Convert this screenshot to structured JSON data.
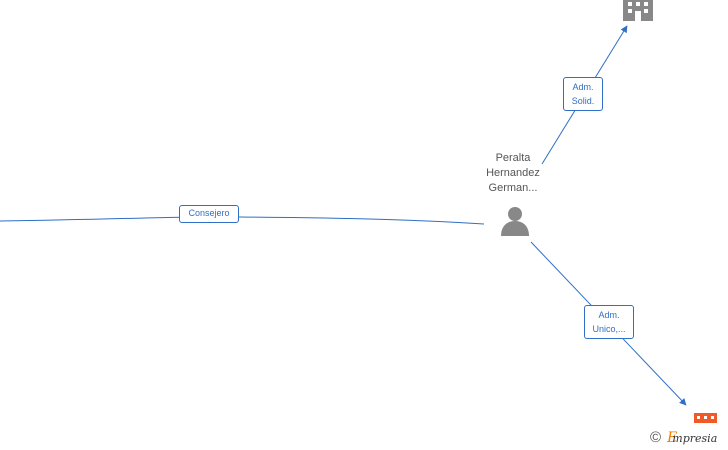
{
  "person": {
    "name_lines": [
      "Peralta",
      "Hernandez",
      "German..."
    ]
  },
  "edges": {
    "consejero": "Consejero",
    "adm_solid": [
      "Adm.",
      "Solid."
    ],
    "adm_unico": [
      "Adm.",
      "Unico,..."
    ]
  },
  "icons": {
    "company_top": "building-icon",
    "company_bottom": "building-icon",
    "person": "person-icon"
  },
  "colors": {
    "edge": "#2f6fc6",
    "person": "#888888",
    "company_top": "#888888",
    "company_bottom": "#f05a28",
    "brand": "#f07d00"
  },
  "watermark": {
    "copyright": "©",
    "brand_initial": "E",
    "brand_rest": "mpresia"
  }
}
